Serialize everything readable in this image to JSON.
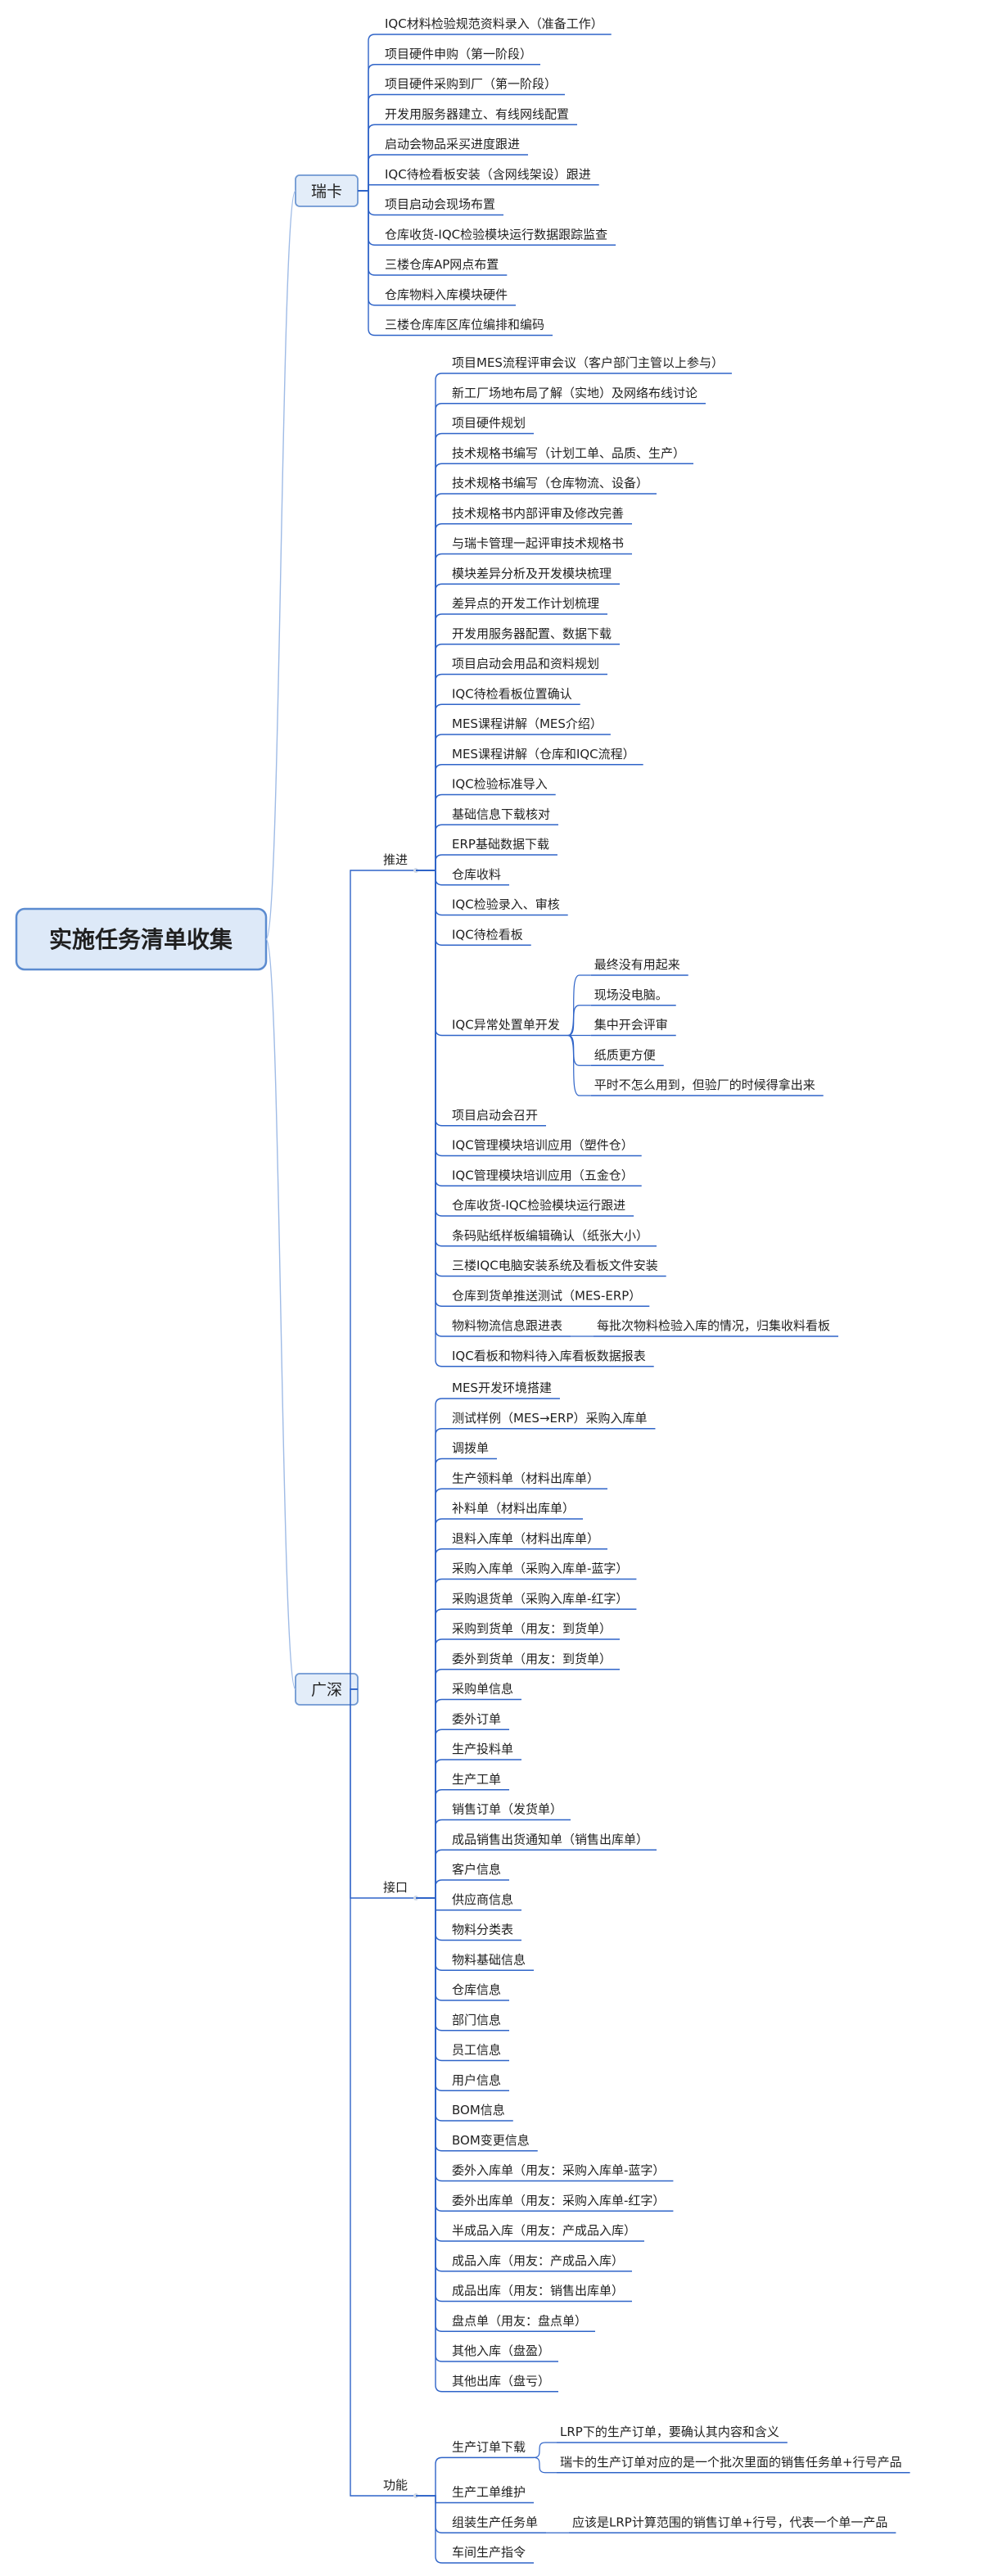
{
  "root": "实施任务清单收集",
  "branches": [
    {
      "label": "瑞卡",
      "items": [
        {
          "label": "IQC材料检验规范资料录入（准备工作）"
        },
        {
          "label": "项目硬件申购（第一阶段）"
        },
        {
          "label": "项目硬件采购到厂（第一阶段）"
        },
        {
          "label": "开发用服务器建立、有线网线配置"
        },
        {
          "label": "启动会物品采买进度跟进"
        },
        {
          "label": "IQC待检看板安装（含网线架设）跟进"
        },
        {
          "label": "项目启动会现场布置"
        },
        {
          "label": "仓库收货-IQC检验模块运行数据跟踪监查"
        },
        {
          "label": "三楼仓库AP网点布置"
        },
        {
          "label": "仓库物料入库模块硬件"
        },
        {
          "label": "三楼仓库库区库位编排和编码"
        }
      ]
    },
    {
      "label": "广深",
      "groups": [
        {
          "label": "推进",
          "items": [
            {
              "label": "项目MES流程评审会议（客户部门主管以上参与）"
            },
            {
              "label": "新工厂场地布局了解（实地）及网络布线讨论"
            },
            {
              "label": "项目硬件规划"
            },
            {
              "label": "技术规格书编写（计划工单、品质、生产）"
            },
            {
              "label": "技术规格书编写（仓库物流、设备）"
            },
            {
              "label": "技术规格书内部评审及修改完善"
            },
            {
              "label": "与瑞卡管理一起评审技术规格书"
            },
            {
              "label": "模块差异分析及开发模块梳理"
            },
            {
              "label": "差异点的开发工作计划梳理"
            },
            {
              "label": "开发用服务器配置、数据下载"
            },
            {
              "label": "项目启动会用品和资料规划"
            },
            {
              "label": "IQC待检看板位置确认"
            },
            {
              "label": "MES课程讲解（MES介绍）"
            },
            {
              "label": "MES课程讲解（仓库和IQC流程）"
            },
            {
              "label": "IQC检验标准导入"
            },
            {
              "label": "基础信息下载核对"
            },
            {
              "label": "ERP基础数据下载"
            },
            {
              "label": "仓库收料"
            },
            {
              "label": "IQC检验录入、审核"
            },
            {
              "label": "IQC待检看板"
            },
            {
              "label": "IQC异常处置单开发",
              "children": [
                "最终没有用起来",
                "现场没电脑。",
                "集中开会评审",
                "纸质更方便",
                "平时不怎么用到，但验厂的时候得拿出来"
              ]
            },
            {
              "label": "项目启动会召开"
            },
            {
              "label": "IQC管理模块培训应用（塑件仓）"
            },
            {
              "label": "IQC管理模块培训应用（五金仓）"
            },
            {
              "label": "仓库收货-IQC检验模块运行跟进"
            },
            {
              "label": "条码贴纸样板编辑确认（纸张大小）"
            },
            {
              "label": "三楼IQC电脑安装系统及看板文件安装"
            },
            {
              "label": "仓库到货单推送测试（MES-ERP）"
            },
            {
              "label": "物料物流信息跟进表",
              "children": [
                "每批次物料检验入库的情况，归集收料看板"
              ]
            },
            {
              "label": "IQC看板和物料待入库看板数据报表"
            }
          ]
        },
        {
          "label": "接口",
          "items": [
            {
              "label": "MES开发环境搭建"
            },
            {
              "label": "测试样例（MES→ERP）采购入库单"
            },
            {
              "label": "调拨单"
            },
            {
              "label": "生产领料单（材料出库单）"
            },
            {
              "label": "补料单（材料出库单）"
            },
            {
              "label": "退料入库单（材料出库单）"
            },
            {
              "label": "采购入库单（采购入库单-蓝字）"
            },
            {
              "label": "采购退货单（采购入库单-红字）"
            },
            {
              "label": "采购到货单（用友：到货单）"
            },
            {
              "label": "委外到货单（用友：到货单）"
            },
            {
              "label": "采购单信息"
            },
            {
              "label": "委外订单"
            },
            {
              "label": "生产投料单"
            },
            {
              "label": "生产工单"
            },
            {
              "label": "销售订单（发货单）"
            },
            {
              "label": "成品销售出货通知单（销售出库单）"
            },
            {
              "label": "客户信息"
            },
            {
              "label": "供应商信息"
            },
            {
              "label": "物料分类表"
            },
            {
              "label": "物料基础信息"
            },
            {
              "label": "仓库信息"
            },
            {
              "label": "部门信息"
            },
            {
              "label": "员工信息"
            },
            {
              "label": "用户信息"
            },
            {
              "label": "BOM信息"
            },
            {
              "label": "BOM变更信息"
            },
            {
              "label": "委外入库单（用友：采购入库单-蓝字）"
            },
            {
              "label": "委外出库单（用友：采购入库单-红字）"
            },
            {
              "label": "半成品入库（用友：产成品入库）"
            },
            {
              "label": "成品入库（用友：产成品入库）"
            },
            {
              "label": "成品出库（用友：销售出库单）"
            },
            {
              "label": "盘点单（用友：盘点单）"
            },
            {
              "label": "其他入库（盘盈）"
            },
            {
              "label": "其他出库（盘亏）"
            }
          ]
        },
        {
          "label": "功能",
          "items": [
            {
              "label": "生产订单下载",
              "children": [
                "LRP下的生产订单，要确认其内容和含义",
                "瑞卡的生产订单对应的是一个批次里面的销售任务单+行号产品"
              ]
            },
            {
              "label": "生产工单维护"
            },
            {
              "label": "组装生产任务单",
              "children": [
                "应该是LRP计算范围的销售订单+行号，代表一个单一产品"
              ]
            },
            {
              "label": "车间生产指令"
            }
          ]
        }
      ]
    }
  ],
  "colors": {
    "line": "#2f64c8",
    "root_fill": "#dde9f8",
    "root_border": "#5b8bd0",
    "root_text": "#1f4e9a",
    "branch_fill": "#e3edf9",
    "branch_border": "#6f98d2",
    "connector": "#9fbbe6"
  }
}
